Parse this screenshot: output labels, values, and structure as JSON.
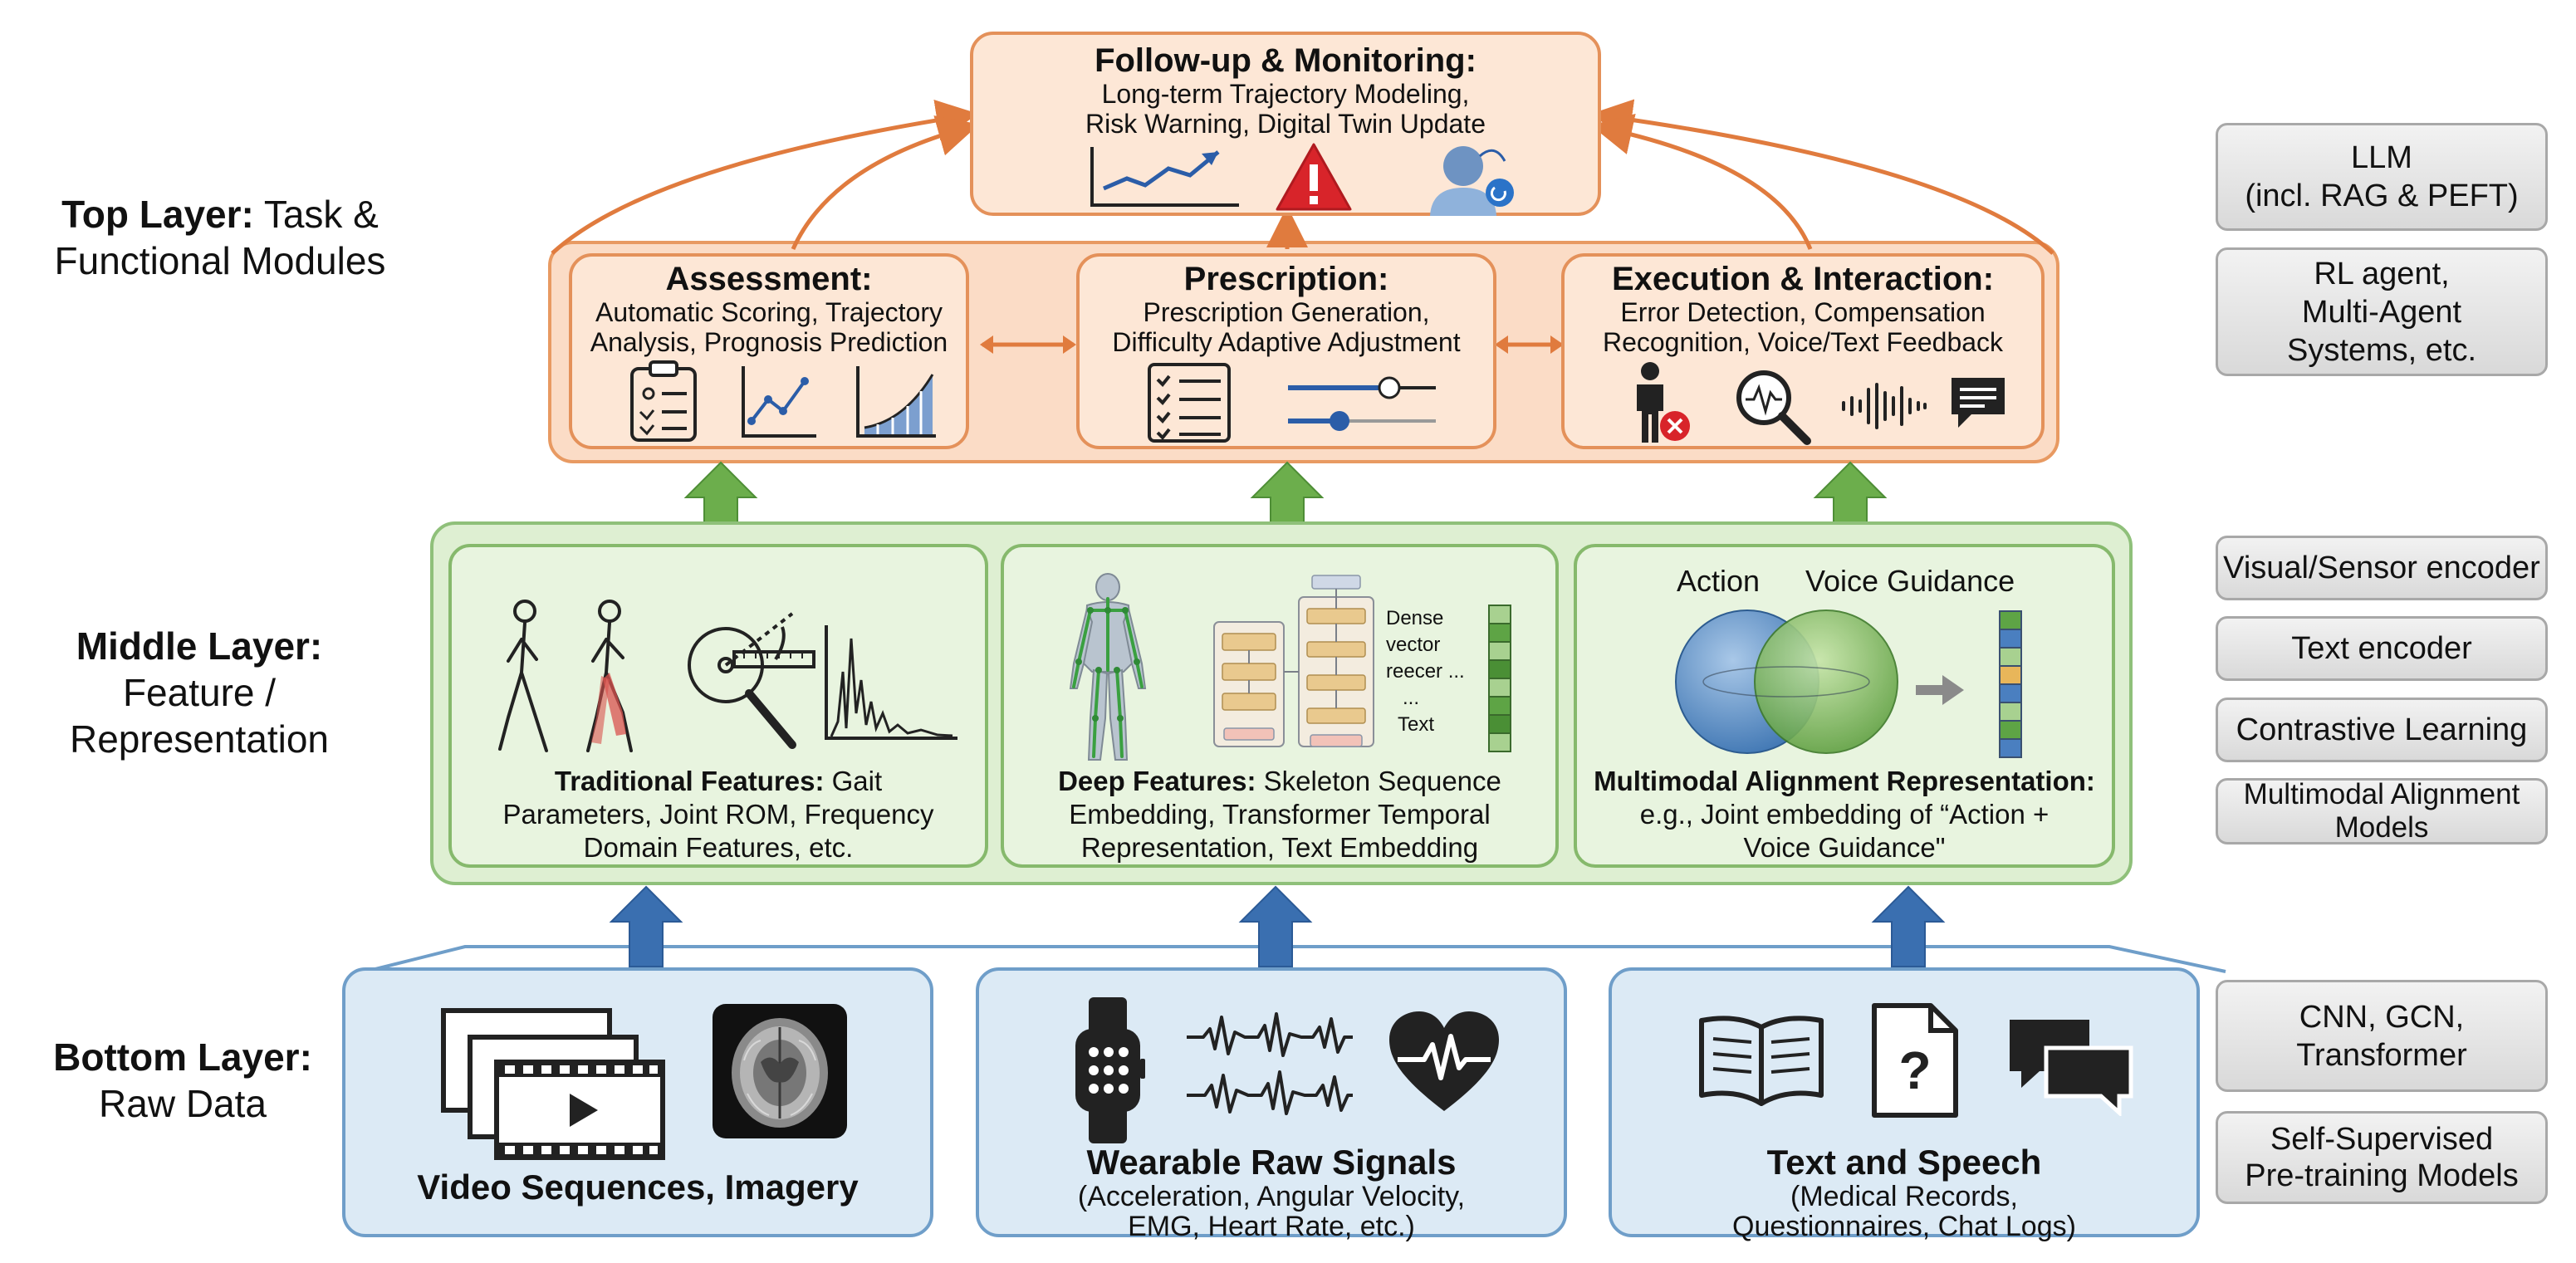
{
  "layers": {
    "top": {
      "label_bold": "Top Layer:",
      "label_rest_1": "Task &",
      "label_rest_2": "Functional Modules"
    },
    "middle": {
      "label_bold": "Middle Layer:",
      "label_rest_1": "Feature /",
      "label_rest_2": "Representation"
    },
    "bottom": {
      "label_bold": "Bottom Layer:",
      "label_rest_1": "Raw Data"
    }
  },
  "followup": {
    "title": "Follow-up & Monitoring:",
    "desc_1": "Long-term Trajectory Modeling,",
    "desc_2": "Risk Warning, Digital Twin Update"
  },
  "assessment": {
    "title": "Assessment:",
    "desc_1": "Automatic Scoring, Trajectory",
    "desc_2": "Analysis, Prognosis Prediction"
  },
  "prescription": {
    "title": "Prescription:",
    "desc_1": "Prescription Generation,",
    "desc_2": "Difficulty Adaptive Adjustment"
  },
  "execution": {
    "title": "Execution & Interaction:",
    "desc_1": "Error Detection, Compensation",
    "desc_2": "Recognition, Voice/Text Feedback"
  },
  "traditional": {
    "title": "Traditional Features:",
    "line_1_rest": "Gait",
    "line_2": "Parameters, Joint ROM, Frequency",
    "line_3": "Domain Features, etc."
  },
  "deep": {
    "title": "Deep Features:",
    "line_1_rest": "Skeleton Sequence",
    "line_2": "Embedding, Transformer Temporal",
    "line_3": "Representation, Text Embedding",
    "vec_1": "Dense",
    "vec_2": "vector",
    "vec_3": "reecer",
    "vec_4": "...",
    "vec_5": "Text",
    "vec_dots": "..."
  },
  "multimodal": {
    "title": "Multimodal Alignment Representation:",
    "line_2": "e.g., Joint embedding of “Action +",
    "line_3": "Voice Guidance\"",
    "venn_action": "Action",
    "venn_voice": "Voice Guidance"
  },
  "video": {
    "title": "Video Sequences, Imagery"
  },
  "wearable": {
    "title": "Wearable Raw Signals",
    "desc_1": "(Acceleration, Angular Velocity,",
    "desc_2": "EMG, Heart Rate, etc.)"
  },
  "text_speech": {
    "title": "Text and Speech",
    "desc_1": "(Medical Records,",
    "desc_2": "Questionnaires, Chat Logs)"
  },
  "side_models": {
    "llm_1": "LLM",
    "llm_2": "(incl. RAG & PEFT)",
    "rl_1": "RL agent,",
    "rl_2": "Multi-Agent",
    "rl_3": "Systems, etc.",
    "visual": "Visual/Sensor encoder",
    "text_enc": "Text encoder",
    "contrastive": "Contrastive Learning",
    "mm_1": "Multimodal Alignment",
    "mm_2": "Models",
    "cnn_1": "CNN, GCN,",
    "cnn_2": "Transformer",
    "ssl_1": "Self-Supervised",
    "ssl_2": "Pre-training Models"
  },
  "colors": {
    "orange": "#e89a62",
    "green": "#6cae4c",
    "blue": "#3a6fb0",
    "red": "#d8242a"
  }
}
